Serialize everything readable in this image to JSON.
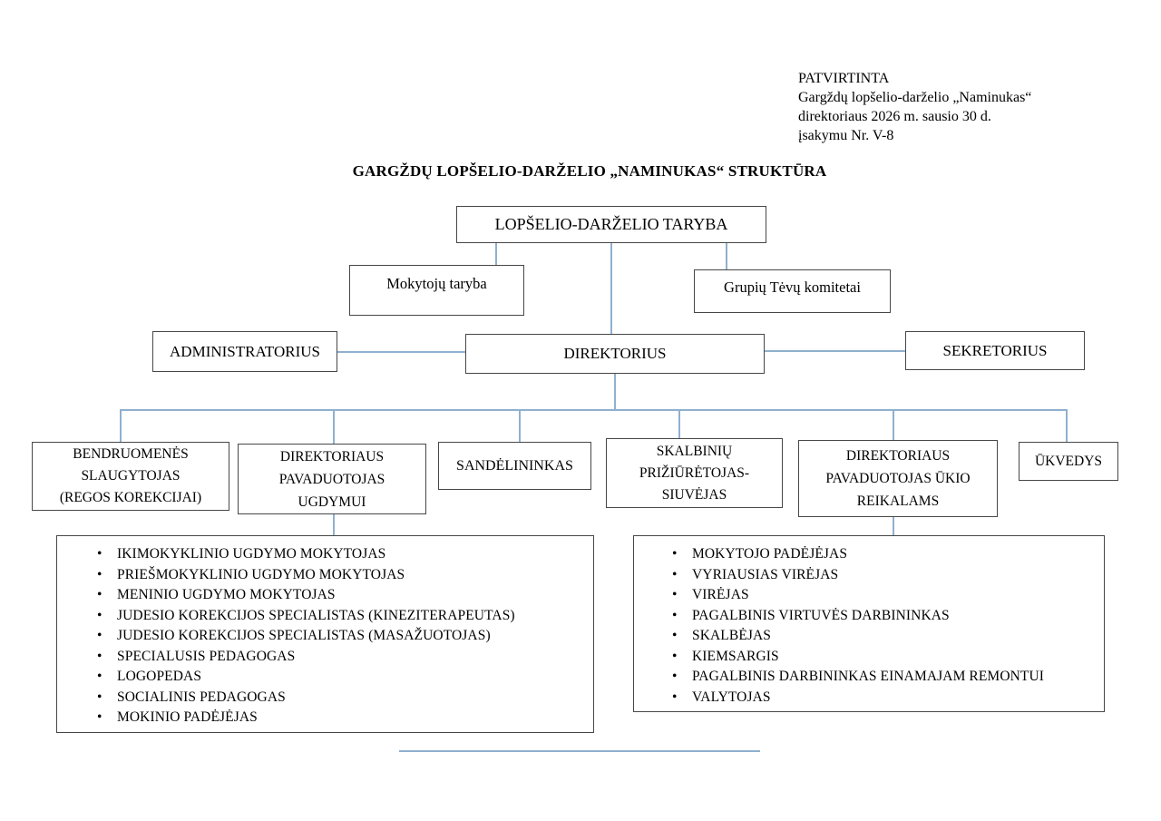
{
  "approval": {
    "lines": [
      "PATVIRTINTA",
      "Gargždų lopšelio-darželio „Naminukas“",
      "direktoriaus 2026 m. sausio 30 d.",
      "įsakymu Nr. V-8"
    ]
  },
  "title": "GARGŽDŲ LOPŠELIO-DARŽELIO „NAMINUKAS“ STRUKTŪRA",
  "nodes": {
    "taryba": "LOPŠELIO-DARŽELIO TARYBA",
    "mokytoju_taryba": "Mokytojų taryba",
    "grupiu_tevu_komitetai": "Grupių Tėvų komitetai",
    "administratorius": "ADMINISTRATORIUS",
    "direktorius": "DIREKTORIUS",
    "sekretorius": "SEKRETORIUS",
    "bendruomenes_slaugytojas": [
      "BENDRUOMENĖS",
      "SLAUGYTOJAS",
      "(REGOS KOREKCIJAI)"
    ],
    "pavaduotojas_ugdymui": [
      "DIREKTORIAUS",
      "PAVADUOTOJAS",
      "UGDYMUI"
    ],
    "sandelininkas": "SANDĖLININKAS",
    "skalbiniu_priziuretojas": [
      "SKALBINIŲ",
      "PRIŽIŪRĖTOJAS-",
      "SIUVĖJAS"
    ],
    "pavaduotojas_ukio": [
      "DIREKTORIAUS",
      "PAVADUOTOJAS ŪKIO",
      "REIKALAMS"
    ],
    "ukvedys": "ŪKVEDYS"
  },
  "ugdymo_staff": [
    "IKIMOKYKLINIO UGDYMO MOKYTOJAS",
    "PRIEŠMOKYKLINIO UGDYMO MOKYTOJAS",
    "MENINIO UGDYMO MOKYTOJAS",
    "JUDESIO KOREKCIJOS SPECIALISTAS (KINEZITERAPEUTAS)",
    "JUDESIO KOREKCIJOS SPECIALISTAS (MASAŽUOTOJAS)",
    "SPECIALUSIS PEDAGOGAS",
    "LOGOPEDAS",
    "SOCIALINIS PEDAGOGAS",
    "MOKINIO PADĖJĖJAS"
  ],
  "ukio_staff": [
    "MOKYTOJO PADĖJĖJAS",
    "VYRIAUSIAS VIRĖJAS",
    "VIRĖJAS",
    "PAGALBINIS VIRTUVĖS DARBININKAS",
    "SKALBĖJAS",
    "KIEMSARGIS",
    "PAGALBINIS DARBININKAS EINAMAJAM REMONTUI",
    "VALYTOJAS"
  ],
  "colors": {
    "connector": "#8fb0cf",
    "box_border": "#474747",
    "text": "#000000",
    "background": "#ffffff"
  }
}
